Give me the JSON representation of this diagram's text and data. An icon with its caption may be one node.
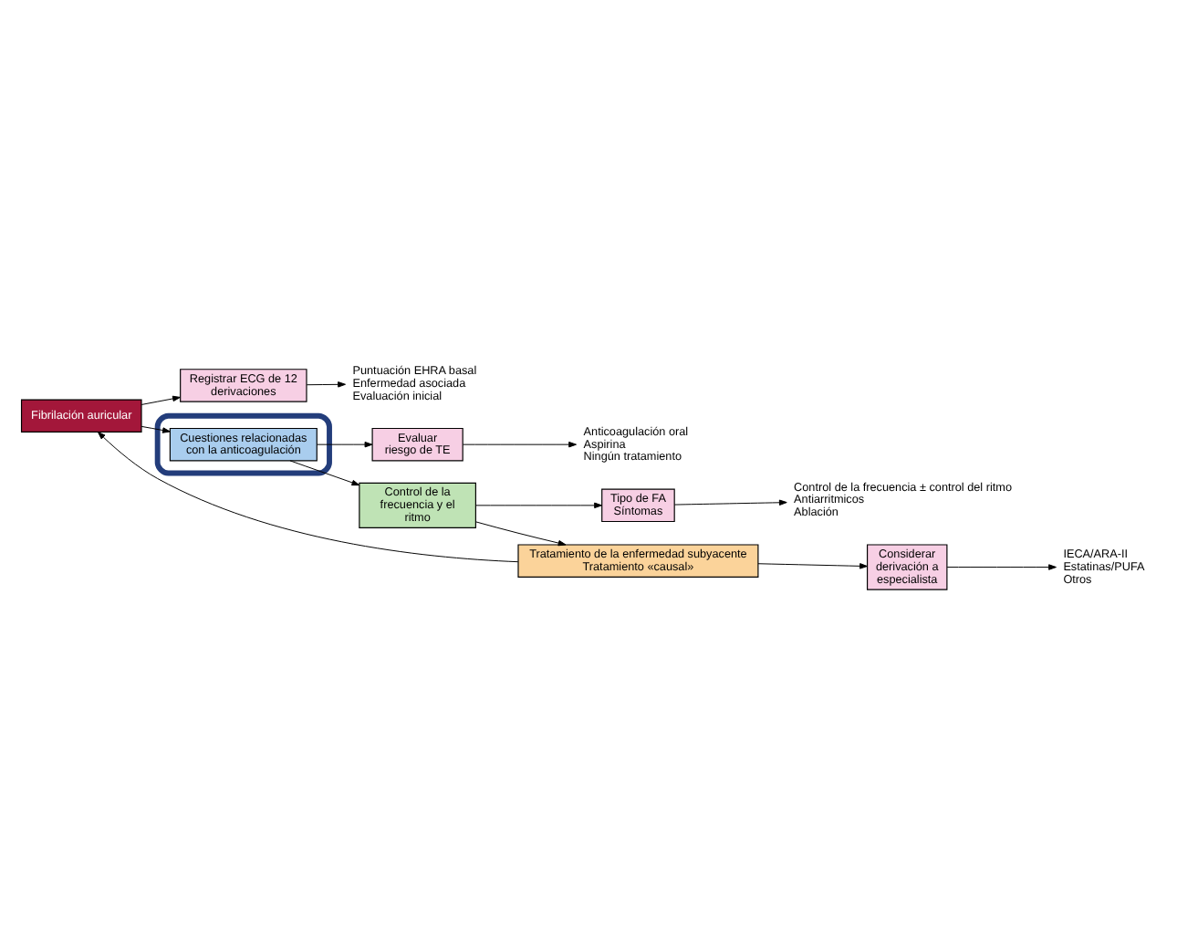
{
  "diagram": {
    "nodes": [
      {
        "text": [
          "Fibrilación auricular"
        ]
      },
      {
        "text": [
          "Registrar ECG de 12 derivaciones"
        ]
      },
      {
        "text": [
          "Puntuación EHRA basal",
          "Enfermedad asociada",
          "Evaluación inicial"
        ]
      },
      {
        "text": [],
        "shape": "ellipse"
      },
      {
        "text": [
          "Cuestiones relacionadas con la anticoagulación"
        ],
        "in": 3
      },
      {
        "text": [
          "Evaluar riesgo de TE"
        ]
      },
      {
        "text": [
          "Anticoagulación oral",
          "Aspirina",
          "Ningún tratamiento"
        ]
      },
      {
        "text": [
          "Control de la frecuencia y el ritmo"
        ]
      },
      {
        "text": [
          "Tipo de FA",
          "Síntomas"
        ]
      },
      {
        "text": [
          "Control de la frecuencia ± control del ritmo",
          "Antiarritmicos",
          "Ablación"
        ]
      },
      {
        "text": [
          "Tratamiento de la enfermedad subyacente",
          "Tratamiento «causal»"
        ]
      },
      {
        "text": [
          "Considerar derivación a especialista"
        ]
      },
      {
        "text": [
          "IECA/ARA-II",
          "Estatinas/PUFA",
          "Otros"
        ]
      }
    ],
    "edges": [
      {
        "from": 0,
        "to": 1,
        "arrow": "to"
      },
      {
        "from": 1,
        "to": 2,
        "arrow": "to"
      },
      {
        "from": 0,
        "to": 4,
        "arrow": "to"
      },
      {
        "from": 4,
        "to": 5,
        "arrow": "to"
      },
      {
        "from": 5,
        "to": 6,
        "arrow": "to"
      },
      {
        "from": 4,
        "to": 7,
        "arrow": "to"
      },
      {
        "from": 7,
        "to": 8,
        "arrow": "to"
      },
      {
        "from": 8,
        "to": 9,
        "arrow": "to"
      },
      {
        "from": 7,
        "to": 10,
        "arrow": "to"
      },
      {
        "from": 10,
        "to": 11,
        "arrow": "to"
      },
      {
        "from": 11,
        "to": 12,
        "arrow": "to"
      },
      {
        "from": 10,
        "to": 0,
        "arrow": "to"
      }
    ]
  }
}
